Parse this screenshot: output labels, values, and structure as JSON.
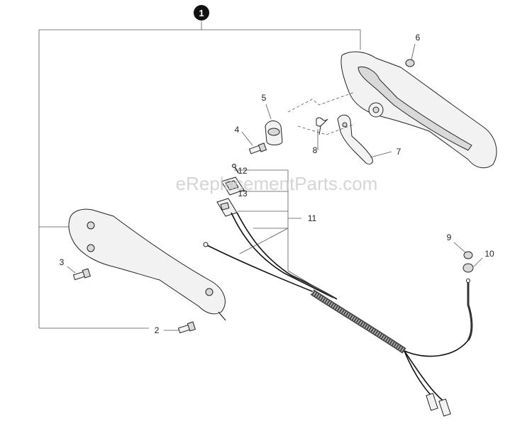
{
  "watermark": "eReplacementParts.com",
  "assembly_callout": "1",
  "callouts": {
    "p2": "2",
    "p3": "3",
    "p4": "4",
    "p5": "5",
    "p6": "6",
    "p7": "7",
    "p8": "8",
    "p9": "9",
    "p10": "10",
    "p11": "11",
    "p12": "12",
    "p13": "13"
  },
  "colors": {
    "line": "#222222",
    "part_fill": "#f2f2f2",
    "watermark": "#c8c8c8"
  }
}
